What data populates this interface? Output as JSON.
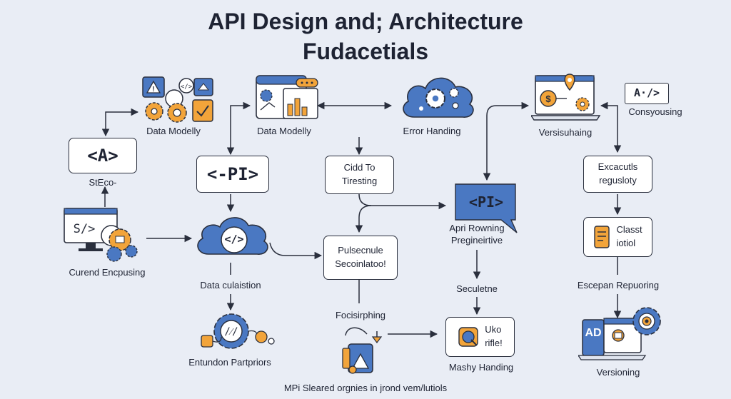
{
  "title": {
    "line1": "API Design and; Architecture",
    "line2": "Fudacetials"
  },
  "footer": "MPi Sleared orgnies in jrond vem/lutiols",
  "nodes": {
    "data_modelly_1": "Data Modelly",
    "steco_box": "<A>",
    "steco": "StEco-",
    "curend": "Curend Encpusing",
    "data_modelly_2": "Data Modelly",
    "pi_box": "<-PI>",
    "cloud_code": "</>",
    "data_culaistion": "Data culaistion",
    "entundon": "Entundon Partpriors",
    "cidd_box": "Cidd To\nTiresting",
    "pulsecnule_box": "Pulsecnule\nSecoinlatoo!",
    "focisirphing": "Focisirphing",
    "error_handing": "Error Handing",
    "api_badge": "<PI>",
    "api_rowning": "Apri Rowning\nPregineirtive",
    "seculetne": "Seculetne",
    "uko_box": "Uko\nrifle!",
    "mashy": "Mashy Handing",
    "versisuhaing": "Versisuhaing",
    "consyousing_badge": "A·/>",
    "consyousing": "Consyousing",
    "excacutls_box": "Excacutls\nregusloty",
    "classt_box": "Classt\niotiol",
    "escepan": "Escepan Repuoring",
    "ad_badge": "AD",
    "versioning": "Versioning"
  },
  "colors": {
    "blue": "#4a78c2",
    "orange": "#f2a43a",
    "dark": "#2a2f3d",
    "bg": "#e9edf5"
  }
}
